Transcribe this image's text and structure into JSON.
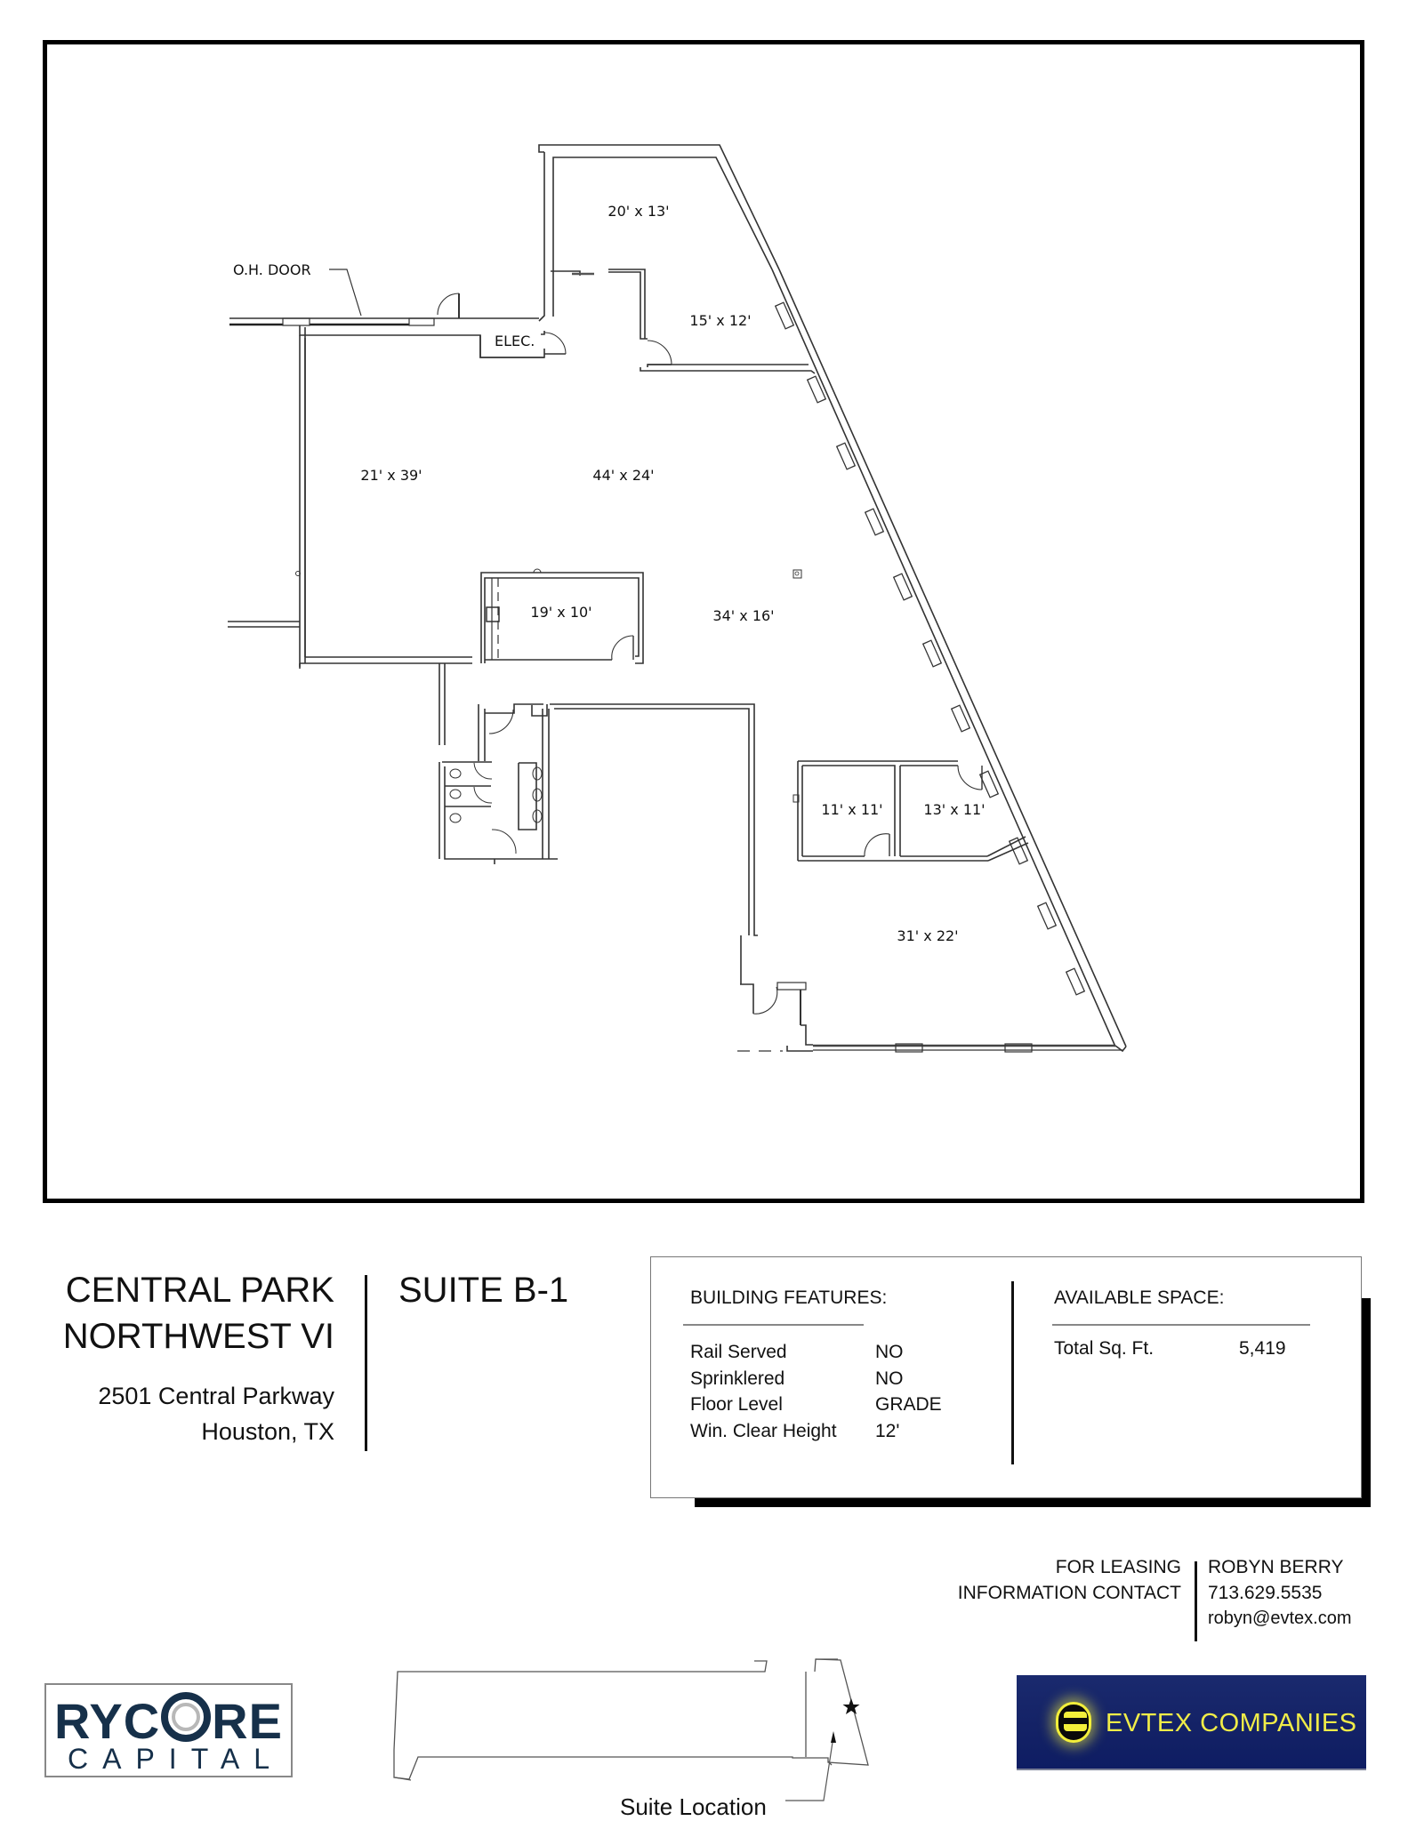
{
  "floor_plan": {
    "callouts": {
      "oh_door": "O.H. DOOR",
      "elec": "ELEC."
    },
    "rooms": [
      {
        "id": "room-a",
        "label": "20' x 13'"
      },
      {
        "id": "room-b",
        "label": "15' x 12'"
      },
      {
        "id": "room-c",
        "label": "21' x 39'"
      },
      {
        "id": "room-d",
        "label": "44' x 24'"
      },
      {
        "id": "room-e",
        "label": "19' x 10'"
      },
      {
        "id": "room-f",
        "label": "34' x 16'"
      },
      {
        "id": "room-g",
        "label": "11' x 11'"
      },
      {
        "id": "room-h",
        "label": "13' x 11'"
      },
      {
        "id": "room-i",
        "label": "31' x 22'"
      }
    ]
  },
  "property": {
    "name_line1": "CENTRAL PARK",
    "name_line2": "NORTHWEST VI",
    "address_line1": "2501 Central Parkway",
    "address_line2": "Houston, TX",
    "suite": "SUITE B-1"
  },
  "building_features": {
    "heading": "BUILDING FEATURES:",
    "rows": [
      {
        "label": "Rail Served",
        "value": "NO"
      },
      {
        "label": "Sprinklered",
        "value": "NO"
      },
      {
        "label": "Floor Level",
        "value": "GRADE"
      },
      {
        "label": "Win. Clear Height",
        "value": "12'"
      }
    ]
  },
  "available_space": {
    "heading": "AVAILABLE SPACE:",
    "rows": [
      {
        "label": "Total Sq. Ft.",
        "value": "5,419"
      }
    ]
  },
  "leasing_contact": {
    "label_line1": "FOR LEASING",
    "label_line2": "INFORMATION CONTACT",
    "name": "ROBYN BERRY",
    "phone": "713.629.5535",
    "email": "robyn@evtex.com"
  },
  "logos": {
    "rycore_main": "RYC",
    "rycore_main_end": "RE",
    "rycore_sub": "CAPITAL",
    "evtex": "EVTEX COMPANIES"
  },
  "site_map": {
    "label": "Suite Location",
    "marker_icon": "star"
  },
  "colors": {
    "rycore_navy": "#16304a",
    "evtex_blue": "#142266",
    "evtex_yellow": "#f0ec48"
  }
}
